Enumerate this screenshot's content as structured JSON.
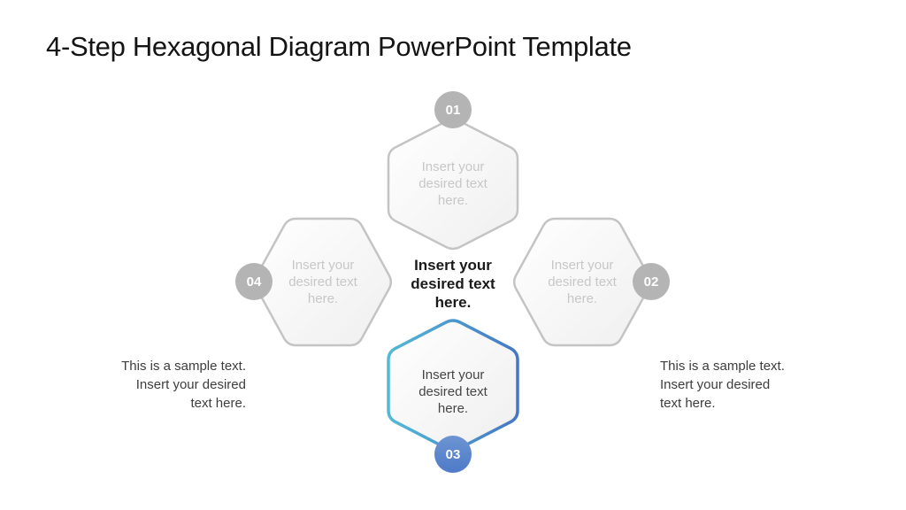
{
  "slide": {
    "title": "4-Step Hexagonal Diagram PowerPoint Template"
  },
  "steps": [
    {
      "number": "01",
      "position": "top",
      "state": "inactive",
      "placeholder": "Insert your\ndesired text\nhere."
    },
    {
      "number": "02",
      "position": "right",
      "state": "inactive",
      "placeholder": "Insert your\ndesired text\nhere."
    },
    {
      "number": "03",
      "position": "bottom",
      "state": "active",
      "placeholder": "Insert your\ndesired text\nhere."
    },
    {
      "number": "04",
      "position": "left",
      "state": "inactive",
      "placeholder": "Insert your\ndesired text\nhere."
    }
  ],
  "center_text": "Insert your\ndesired text\nhere.",
  "notes": {
    "left": "This is a sample text.\nInsert your desired\ntext here.",
    "right": "This is a sample text.\nInsert your desired\ntext here."
  },
  "colors": {
    "accent_teal": "#53b9d6",
    "accent_blue": "#4577c5",
    "badge_gray": "#b4b4b4",
    "badge_blue_top": "#6d95d2",
    "badge_blue_bottom": "#4e7ac8",
    "hex_border_gray": "#c4c4c4",
    "hex_fill_light": "#ffffff",
    "hex_fill_dark": "#efefef",
    "placeholder_text": "#c7c7c7",
    "dark_text": "#1a1a1a",
    "note_text": "#3d3d3d"
  }
}
